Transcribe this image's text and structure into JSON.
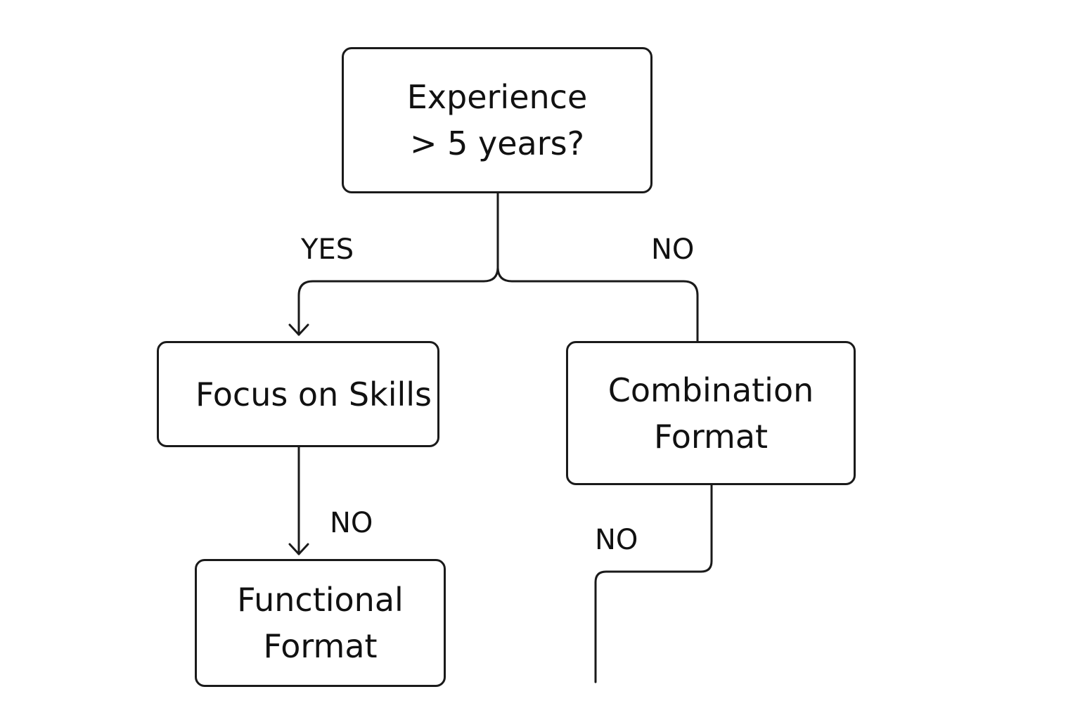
{
  "nodes": {
    "root": {
      "line1": "Experience",
      "line2": "> 5 years?"
    },
    "skills": {
      "line1": "Focus on Skills"
    },
    "combination": {
      "line1": "Combination",
      "line2": "Format"
    },
    "functional": {
      "line1": "Functional",
      "line2": "Format"
    }
  },
  "edges": {
    "root_to_skills": "YES",
    "root_to_combination": "NO",
    "skills_to_functional": "NO",
    "combination_to_next": "NO"
  },
  "colors": {
    "stroke": "#1a1a1a",
    "background": "#ffffff",
    "text": "#111111"
  }
}
